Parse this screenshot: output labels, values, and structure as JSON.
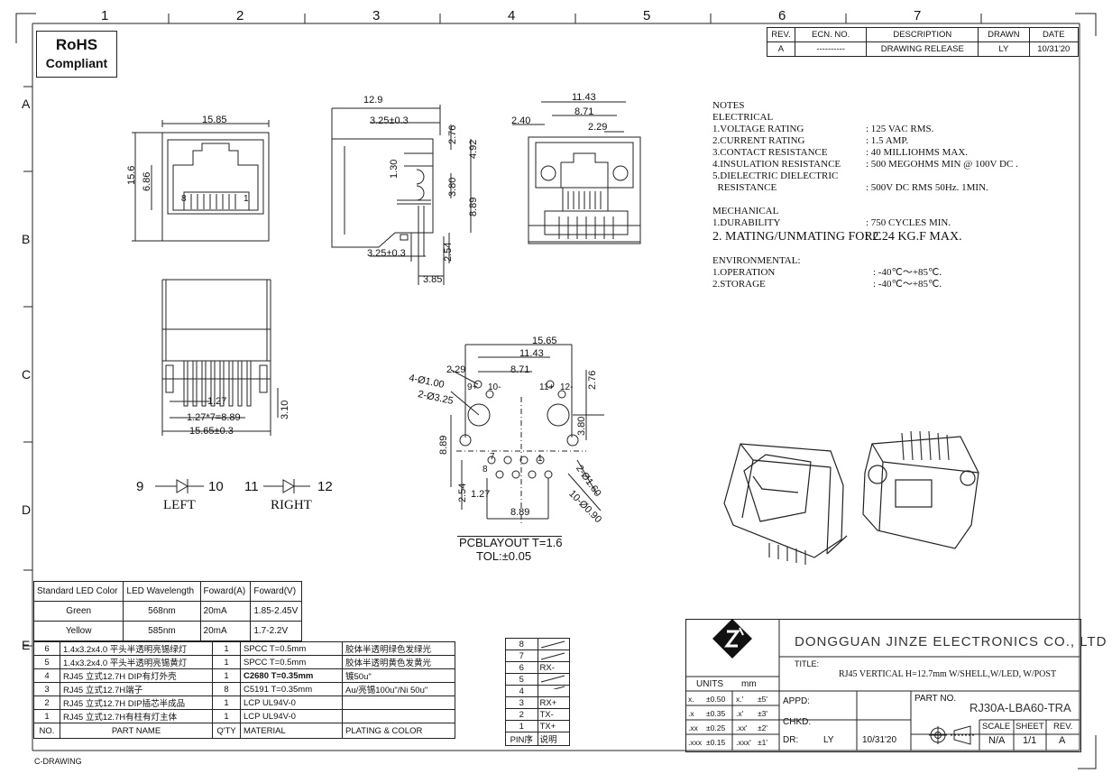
{
  "zones": {
    "cols": [
      "1",
      "2",
      "3",
      "4",
      "5",
      "6",
      "7"
    ],
    "rows": [
      "A",
      "B",
      "C",
      "D",
      "E"
    ]
  },
  "rohs": {
    "line1": "RoHS",
    "line2": "Compliant"
  },
  "revision": {
    "headers": [
      "REV.",
      "ECN. NO.",
      "DESCRIPTION",
      "DRAWN",
      "DATE"
    ],
    "row": [
      "A",
      "----------",
      "DRAWING RELEASE",
      "LY",
      "10/31'20"
    ]
  },
  "notes": {
    "heading1": "NOTES",
    "heading2": "ELECTRICAL",
    "electrical": [
      {
        "label": "1.VOLTAGE RATING",
        "value": ": 125 VAC RMS."
      },
      {
        "label": "2.CURRENT RATING",
        "value": ": 1.5 AMP."
      },
      {
        "label": "3.CONTACT RESISTANCE",
        "value": ": 40 MILLIOHMS MAX."
      },
      {
        "label": "4.INSULATION RESISTANCE",
        "value": ": 500 MEGOHMS MIN @ 100V DC ."
      },
      {
        "label": "5.DIELECTRIC DIELECTRIC",
        "value": ""
      },
      {
        "label": "  RESISTANCE",
        "value": ": 500V DC RMS 50Hz. 1MIN."
      }
    ],
    "mechanical_heading": "MECHANICAL",
    "mechanical": [
      {
        "label": "1.DURABILITY",
        "value": ": 750 CYCLES MIN."
      },
      {
        "label": "2. MATING/UNMATING FORC",
        "value": ": 2.24 KG.F MAX."
      }
    ],
    "environmental_heading": "ENVIRONMENTAL:",
    "environmental": [
      {
        "label": "1.OPERATION",
        "value": ": -40℃～+85℃."
      },
      {
        "label": "2.STORAGE",
        "value": ": -40℃～+85℃."
      }
    ]
  },
  "dims": {
    "front_width": "15.85",
    "front_height": "15.6",
    "front_inner": "6.86",
    "front_pin_left": "8",
    "front_pin_right": "1",
    "side_width": "12.9",
    "side_top": "3.25±0.3",
    "side_276": "2.76",
    "side_130": "1.30",
    "side_492": "4.92",
    "side_380": "3.80",
    "side_889": "8.89",
    "side_bottom": "3.25±0.3",
    "side_254": "2.54",
    "side_385": "3.85",
    "back_1143": "11.43",
    "back_871": "8.71",
    "back_240": "2.40",
    "back_229": "2.29",
    "bottom_127": "1.27",
    "bottom_pitch": "1.27*7=8.89",
    "bottom_width": "15.65±0.3",
    "bottom_310": "3.10",
    "pcb_1565": "15.65",
    "pcb_1143": "11.43",
    "pcb_229": "2.29",
    "pcb_871": "8.71",
    "pcb_276": "2.76",
    "pcb_4hole": "4-Ø1.00",
    "pcb_2hole": "2-Ø3.25",
    "pcb_889": "8.89",
    "pcb_380": "3.80",
    "pcb_254": "2.54",
    "pcb_127": "1.27",
    "pcb_889b": "8.89",
    "pcb_2160": "2-Ø1.60",
    "pcb_1090": "10-Ø0.90",
    "pin9": "9+",
    "pin10": "10-",
    "pin11": "11+",
    "pin12": "12-",
    "pin7": "7",
    "pin8": "8",
    "pin1": "1"
  },
  "pcb_title": "PCBLAYOUT T=1.6",
  "pcb_tol": "TOL:±0.05",
  "led_schematic": {
    "left": {
      "a": "9",
      "b": "10",
      "label": "LEFT"
    },
    "right": {
      "a": "11",
      "b": "12",
      "label": "RIGHT"
    }
  },
  "led_table": {
    "headers": [
      "Standard LED Color",
      "LED Wavelength",
      "Foward(A)",
      "Foward(V)"
    ],
    "rows": [
      [
        "Green",
        "568nm",
        "20mA",
        "1.85-2.45V"
      ],
      [
        "Yellow",
        "585nm",
        "20mA",
        "1.7-2.2V"
      ]
    ]
  },
  "bom": {
    "rows": [
      [
        "6",
        "1.4x3.2x4.0 平头半透明亮锡绿灯",
        "1",
        "SPCC T=0.5mm",
        "胶体半透明绿色发绿光"
      ],
      [
        "5",
        "1.4x3.2x4.0 平头半透明亮锡黄灯",
        "1",
        "SPCC T=0.5mm",
        "胶体半透明黄色发黄光"
      ],
      [
        "4",
        "RJ45 立式12.7H DIP有灯外壳",
        "1",
        "C2680 T=0.35mm",
        "镀50u\""
      ],
      [
        "3",
        "RJ45 立式12.7H端子",
        "8",
        "C5191  T=0.35mm",
        "Au/亮锡100u\"/Ni 50u\""
      ],
      [
        "2",
        "RJ45 立式12.7H DIP插芯半成品",
        "1",
        "LCP UL94V-0",
        ""
      ],
      [
        "1",
        "RJ45 立式12.7H有柱有灯主体",
        "1",
        "LCP  UL94V-0",
        ""
      ]
    ],
    "headers": [
      "NO.",
      "PART NAME",
      "Q'TY",
      "MATERIAL",
      "PLATING & COLOR"
    ]
  },
  "pins": {
    "rows": [
      [
        "8",
        ""
      ],
      [
        "7",
        ""
      ],
      [
        "6",
        "RX-"
      ],
      [
        "5",
        ""
      ],
      [
        "4",
        ""
      ],
      [
        "3",
        "RX+"
      ],
      [
        "2",
        "TX-"
      ],
      [
        "1",
        "TX+"
      ]
    ],
    "headers": [
      "PIN序",
      "说明"
    ]
  },
  "title_block": {
    "company": "DONGGUAN JINZE ELECTRONICS CO., LTD",
    "title_label": "TITLE:",
    "title": "RJ45 VERTICAL H=12.7mm W/SHELL,W/LED, W/POST",
    "units_label": "UNITS",
    "units": "mm",
    "tolerances": [
      [
        "x.",
        "±0.50",
        "x.'",
        "±5'"
      ],
      [
        ".x",
        "±0.35",
        ".x'",
        "±3'"
      ],
      [
        ".xx",
        "±0.25",
        ".xx'",
        "±2'"
      ],
      [
        ".xxx",
        "±0.15",
        ".xxx'",
        "±1'"
      ]
    ],
    "appd": "APPD:",
    "chkd": "CHKD:",
    "dr": "DR:",
    "dr_name": "LY",
    "dr_date": "10/31'20",
    "part_no_label": "PART NO.",
    "part_no": "RJ30A-LBA60-TRA",
    "scale_label": "SCALE",
    "sheet_label": "SHEET",
    "rev_label": "REV.",
    "scale": "N/A",
    "sheet": "1/1",
    "rev": "A"
  },
  "footer": "C-DRAWING"
}
